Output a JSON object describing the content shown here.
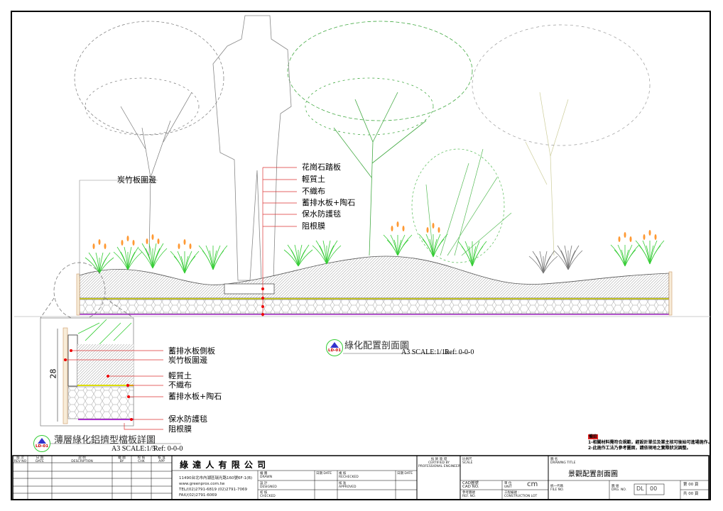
{
  "section": {
    "title": "綠化配置剖面圖",
    "badge_code": "LD-01",
    "scale": "A3 SCALE:1/10",
    "ref": "Ref: 0-0-0",
    "left_label": "炭竹板圍邊",
    "layers": [
      "花崗石踏板",
      "輕質土",
      "不織布",
      "蓄排水板+陶石",
      "保水防護毯",
      "阻根膜"
    ]
  },
  "detail": {
    "title": "薄層綠化鋁擠型檔板詳圖",
    "badge_code": "LD-01",
    "scale": "A3 SCALE:1/5",
    "ref": "Ref: 0-0-0",
    "dimension": "28",
    "labels": [
      "蓄排水板側板",
      "炭竹板圍邊",
      "輕質土",
      "不織布",
      "蓄排水板+陶石",
      "保水防護毯",
      "阻根膜"
    ]
  },
  "notes": {
    "tag": "備註",
    "lines": [
      "1-相關材料需符合規範，經設計單位及業主核可後始可進場施作。",
      "2-此施作工法乃參考圖面，請依現地之實際狀況調整。"
    ]
  },
  "title_block": {
    "revision_headers": [
      {
        "zh": "版 次",
        "en": "REV NO"
      },
      {
        "zh": "日 期",
        "en": "DATE"
      },
      {
        "zh": "說 明",
        "en": "DESCRIPTION"
      },
      {
        "zh": "繪 圖",
        "en": "BY"
      },
      {
        "zh": "校 核",
        "en": "CHK"
      },
      {
        "zh": "核 准",
        "en": "APP"
      }
    ],
    "company": "綠 達 人 有 限 公 司",
    "address": "11490台北市內湖區瑞光路160號6F-1(B)",
    "website": "www.greenpros.com.tw",
    "tel": "TEL/(02)2791-6819 (02)2791-7069",
    "fax": "FAX/(02)2791-6069",
    "drawn": {
      "zh": "繪 圖",
      "en": "DRAWN"
    },
    "designed": {
      "zh": "設 計",
      "en": "DESIGNED"
    },
    "checked": {
      "zh": "初 核",
      "en": "CHECKED"
    },
    "date1": "日期 DATE",
    "rechecked": {
      "zh": "複 核",
      "en": "RECHECKED"
    },
    "approved": {
      "zh": "核 准",
      "en": "APPROVED"
    },
    "date2": "日期 DATE",
    "engineer": {
      "zh": "技 師 簽 證",
      "en1": "CERTIFIED BY",
      "en2": "PROFESSIONAL ENGINEER"
    },
    "scale": {
      "zh": "比例尺",
      "en": "SCALE"
    },
    "cad_no": {
      "zh": "CAD圖號",
      "en": "CAD NO."
    },
    "unit": {
      "zh": "單 位",
      "en": "UNIT",
      "value": "cm"
    },
    "ref_no": {
      "zh": "參考圖號",
      "en": "REF. NO."
    },
    "lot": {
      "zh": "工程編號 :",
      "en": "CONSTRUCTION LOT"
    },
    "drawing_title": {
      "zh": "圖 名",
      "en": "DRAWING TITLE",
      "value": "景觀配置剖面圖"
    },
    "file_no": {
      "zh": "統一代碼",
      "en": "FILE NO."
    },
    "drg_no": {
      "zh": "圖 號",
      "en": "DRG. NO.",
      "prefix": "DL",
      "value": "00"
    },
    "sheet": {
      "current": "第 00 頁",
      "total": "共 00 頁"
    }
  }
}
